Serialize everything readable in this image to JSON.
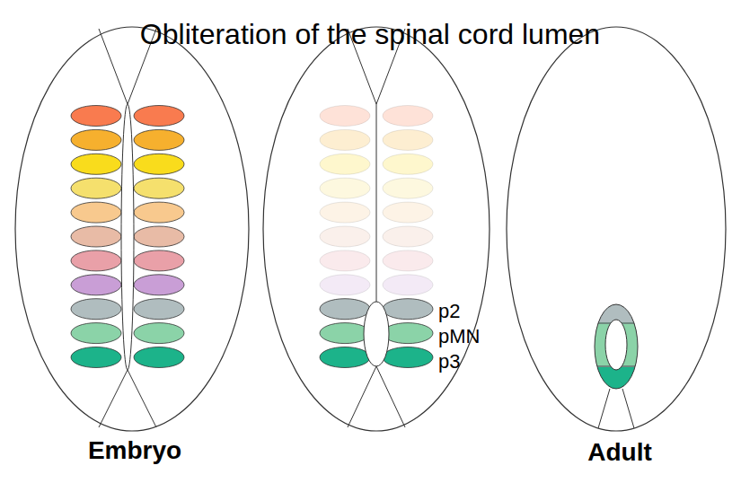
{
  "diagram": {
    "title": "Obliteration of the spinal cord lumen",
    "labels": [
      "p2",
      "pMN",
      "p3",
      "Embryo",
      "Adult"
    ]
  }
}
